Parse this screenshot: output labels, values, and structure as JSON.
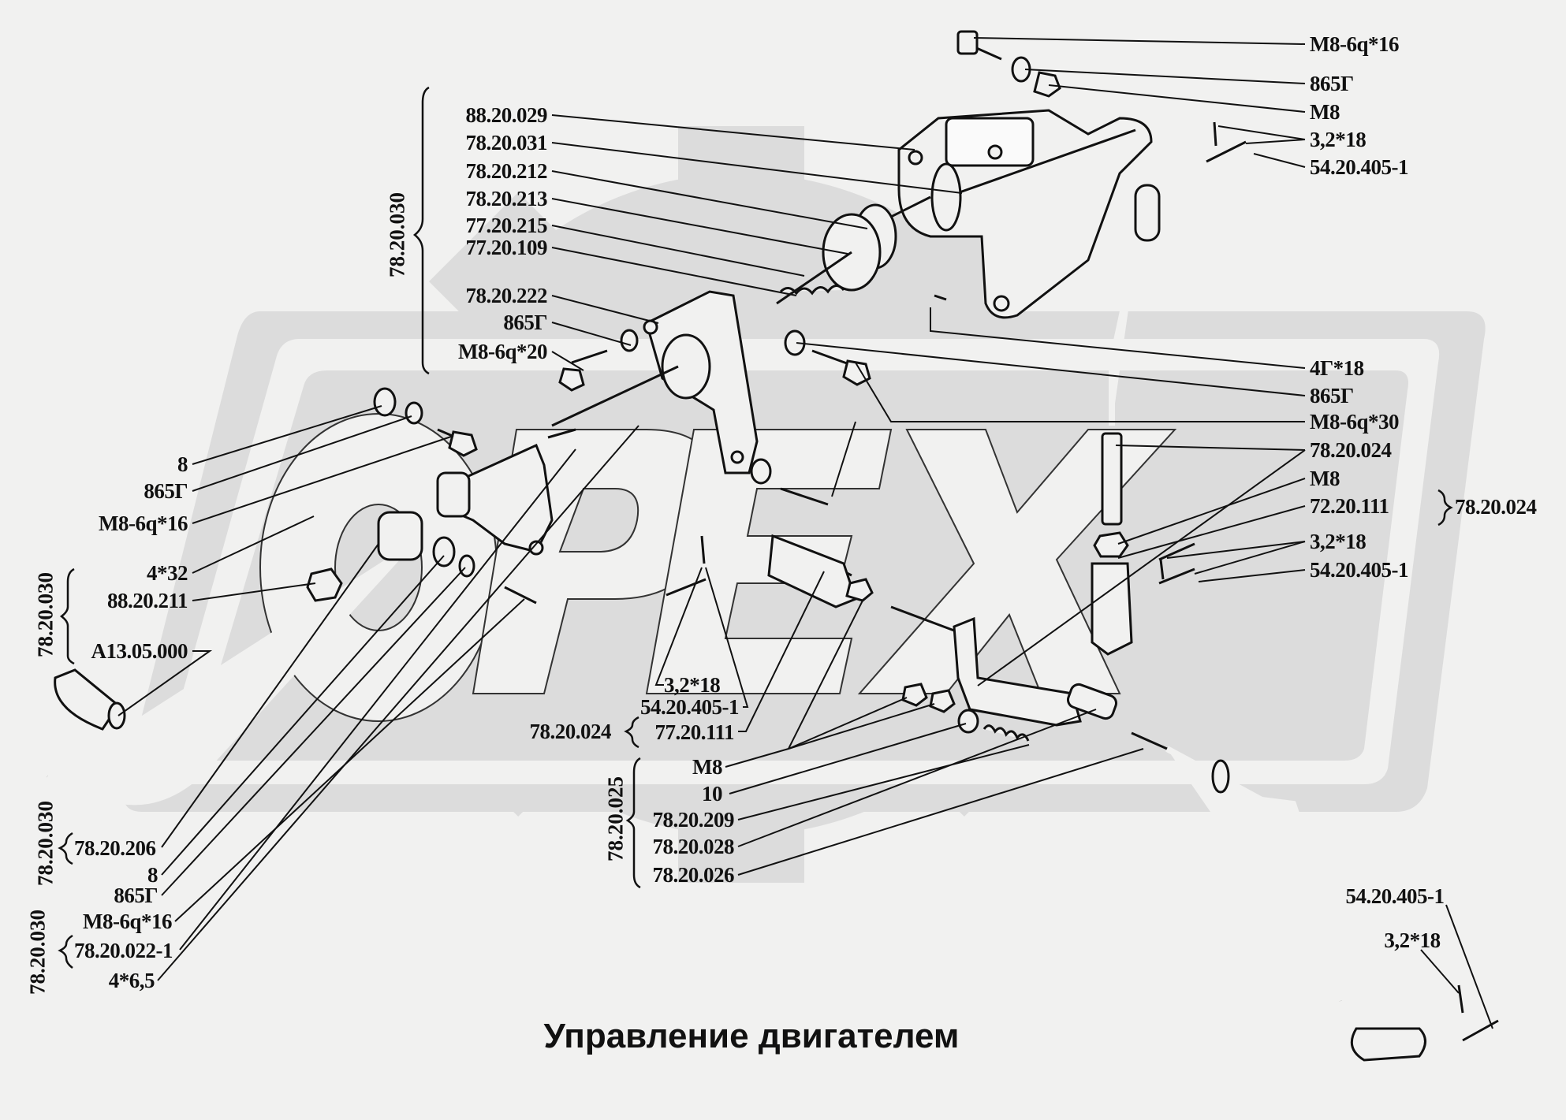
{
  "title": "Управление двигателем",
  "watermark": {
    "text": "OREX",
    "color": "#dcdcdc",
    "background": "#f1f1f0"
  },
  "groups": {
    "top_assembly": "78.20.030",
    "left_assembly_1": "78.20.030",
    "left_assembly_2": "78.20.030",
    "left_assembly_3": "78.20.030",
    "center_bracket": "78.20.024",
    "right_bracket": "78.20.024",
    "spring_assembly": "78.20.025"
  },
  "labels": {
    "top_center": [
      "88.20.029",
      "78.20.031",
      "78.20.212",
      "78.20.213",
      "77.20.215",
      "77.20.109",
      "78.20.222",
      "865Г",
      "M8-6q*20"
    ],
    "top_right": [
      "M8-6q*16",
      "865Г",
      "M8",
      "3,2*18",
      "54.20.405-1"
    ],
    "middle_right": [
      "4Г*18",
      "865Г",
      "M8-6q*30",
      "78.20.024",
      "M8",
      "72.20.111",
      "3,2*18",
      "54.20.405-1"
    ],
    "left": [
      "8",
      "865Г",
      "M8-6q*16",
      "4*32",
      "88.20.211",
      "A13.05.000"
    ],
    "bottom_left": [
      "78.20.206",
      "8",
      "865Г",
      "M8-6q*16",
      "78.20.022-1",
      "4*6,5"
    ],
    "center_bottom": [
      "3,2*18",
      "54.20.405-1",
      "77.20.111",
      "M8",
      "10",
      "78.20.209",
      "78.20.028",
      "78.20.026"
    ],
    "bottom_right": [
      "54.20.405-1",
      "3,2*18"
    ]
  }
}
